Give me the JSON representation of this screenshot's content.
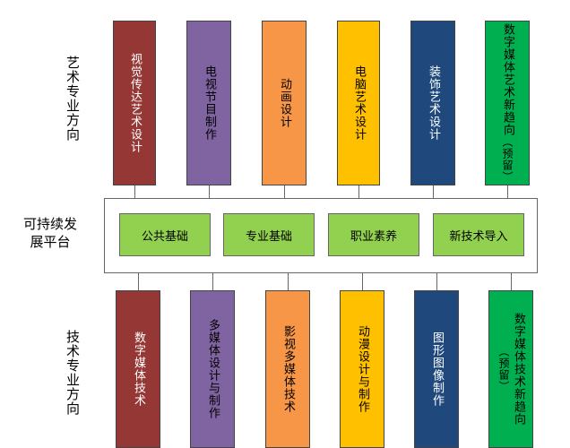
{
  "labels": {
    "art_direction": "艺术专业方向",
    "platform": "可持续发展平台",
    "tech_direction": "技术专业方向"
  },
  "art_columns": [
    {
      "text": "视觉传达艺术设计",
      "color": "#953735"
    },
    {
      "text": "电视节目制作",
      "color": "#8064a2"
    },
    {
      "text": "动画设计",
      "color": "#f79646"
    },
    {
      "text": "电脑艺术设计",
      "color": "#ffc000"
    },
    {
      "text": "装饰艺术设计",
      "color": "#1f497d"
    },
    {
      "text": "数字媒体艺术新趋向",
      "note": "（预留）",
      "color": "#00b050"
    }
  ],
  "platform_items": [
    "公共基础",
    "专业基础",
    "职业素养",
    "新技术导入"
  ],
  "tech_columns": [
    {
      "text": "数字媒体技术",
      "color": "#953735"
    },
    {
      "text": "多媒体设计与制作",
      "color": "#8064a2"
    },
    {
      "text": "影视多媒体技术",
      "color": "#f79646"
    },
    {
      "text": "动漫设计与制作",
      "color": "#ffc000"
    },
    {
      "text": "图形图像制作",
      "color": "#1f497d"
    },
    {
      "text": "数字媒体技术新趋向",
      "note": "（预留）",
      "color": "#00b050"
    }
  ],
  "colors": {
    "platform_green": "#92d050"
  }
}
